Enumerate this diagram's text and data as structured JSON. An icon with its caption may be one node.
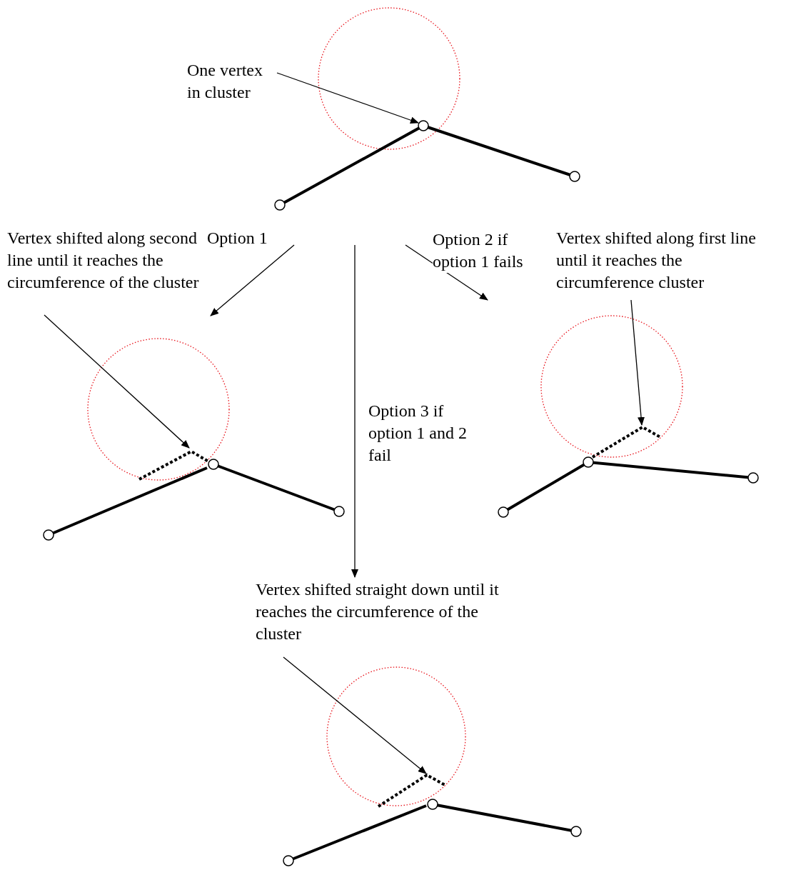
{
  "diagram": {
    "nodes": [
      {
        "text": [],
        "shape": "picture"
      },
      {
        "text": [],
        "shape": "circle",
        "in": 0
      },
      {
        "text": [
          "One vertex in cluster"
        ]
      },
      {
        "text": [
          "Vertex shifted along second line until it reaches the circumference of the cluster"
        ]
      },
      {
        "text": [],
        "shape": "picture"
      },
      {
        "text": [
          "Vertex shifted along first line until it reaches the circumference cluster"
        ]
      },
      {
        "text": [],
        "shape": "picture"
      },
      {
        "text": [
          "Vertex shifted straight down until it reaches the circumference of the cluster"
        ]
      },
      {
        "text": [],
        "shape": "picture"
      }
    ],
    "edges": [
      {
        "from": 2,
        "to": 1,
        "arrow": "to"
      },
      {
        "from": 0,
        "to": 4,
        "arrow": "to",
        "label": "Option 1"
      },
      {
        "from": 0,
        "to": 6,
        "arrow": "to",
        "label": "Option 2 if option 1 fails"
      },
      {
        "from": 0,
        "to": 7,
        "arrow": "to",
        "label": "Option 3 if option 1 and 2 fail"
      },
      {
        "from": 3,
        "to": 4,
        "arrow": "to"
      },
      {
        "from": 5,
        "to": 6,
        "arrow": "to"
      },
      {
        "from": 7,
        "to": 8,
        "arrow": "to"
      }
    ]
  }
}
